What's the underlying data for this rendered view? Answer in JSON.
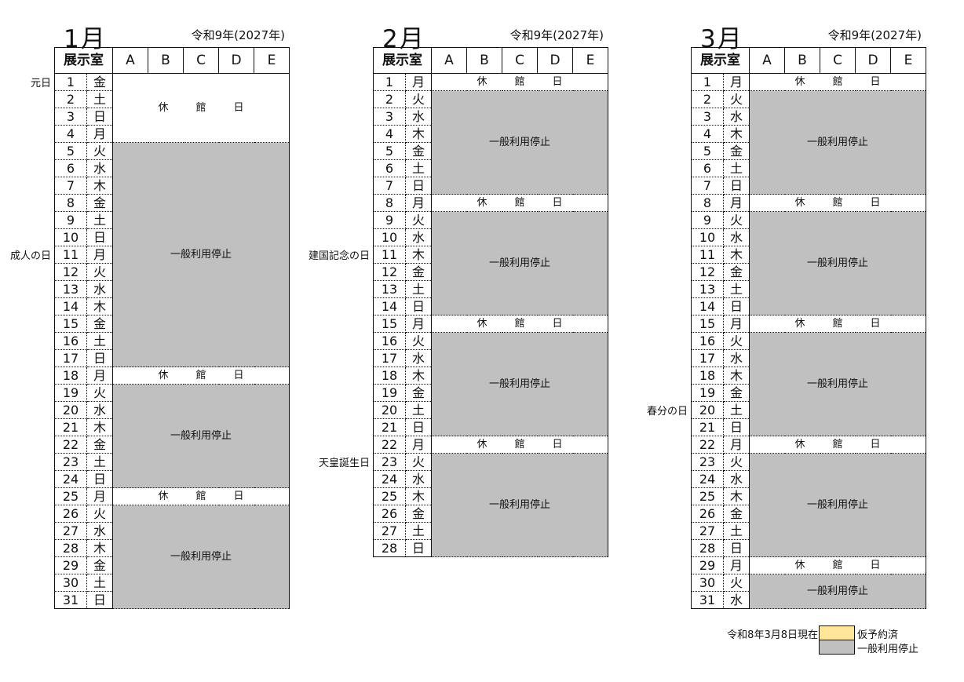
{
  "header": {
    "room_label": "展示室",
    "rooms": [
      "A",
      "B",
      "C",
      "D",
      "E"
    ]
  },
  "labels": {
    "closed": [
      "休",
      "館",
      "日"
    ],
    "stop": "一般利用停止"
  },
  "months": [
    {
      "title": "1月",
      "year": "令和9年(2027年)",
      "days": 31,
      "weekdays": [
        "金",
        "土",
        "日",
        "月",
        "火",
        "水",
        "木"
      ],
      "holidays": [
        {
          "day": 1,
          "name": "元日"
        },
        {
          "day": 11,
          "name": "成人の日"
        }
      ],
      "blocks": [
        [
          "closed",
          1,
          4
        ],
        [
          "stop",
          5,
          17
        ],
        [
          "closed",
          18,
          18
        ],
        [
          "stop",
          19,
          24
        ],
        [
          "closed",
          25,
          25
        ],
        [
          "stop",
          26,
          31
        ]
      ]
    },
    {
      "title": "2月",
      "year": "令和9年(2027年)",
      "days": 28,
      "weekdays": [
        "月",
        "火",
        "水",
        "木",
        "金",
        "土",
        "日"
      ],
      "holidays": [
        {
          "day": 11,
          "name": "建国記念の日"
        },
        {
          "day": 23,
          "name": "天皇誕生日"
        }
      ],
      "blocks": [
        [
          "closed",
          1,
          1
        ],
        [
          "stop",
          2,
          7
        ],
        [
          "closed",
          8,
          8
        ],
        [
          "stop",
          9,
          14
        ],
        [
          "closed",
          15,
          15
        ],
        [
          "stop",
          16,
          21
        ],
        [
          "closed",
          22,
          22
        ],
        [
          "stop",
          23,
          28
        ]
      ]
    },
    {
      "title": "3月",
      "year": "令和9年(2027年)",
      "days": 31,
      "weekdays": [
        "月",
        "火",
        "水",
        "木",
        "金",
        "土",
        "日"
      ],
      "holidays": [
        {
          "day": 20,
          "name": "春分の日"
        }
      ],
      "blocks": [
        [
          "closed",
          1,
          1
        ],
        [
          "stop",
          2,
          7
        ],
        [
          "closed",
          8,
          8
        ],
        [
          "stop",
          9,
          14
        ],
        [
          "closed",
          15,
          15
        ],
        [
          "stop",
          16,
          21
        ],
        [
          "closed",
          22,
          22
        ],
        [
          "stop",
          23,
          28
        ],
        [
          "closed",
          29,
          29
        ],
        [
          "stop",
          30,
          31
        ]
      ]
    }
  ],
  "legend": {
    "as_of": "令和8年3月8日現在",
    "items": [
      {
        "label": "仮予約済",
        "color": "#ffe699"
      },
      {
        "label": "一般利用停止",
        "color": "#c0c0c0"
      }
    ]
  }
}
